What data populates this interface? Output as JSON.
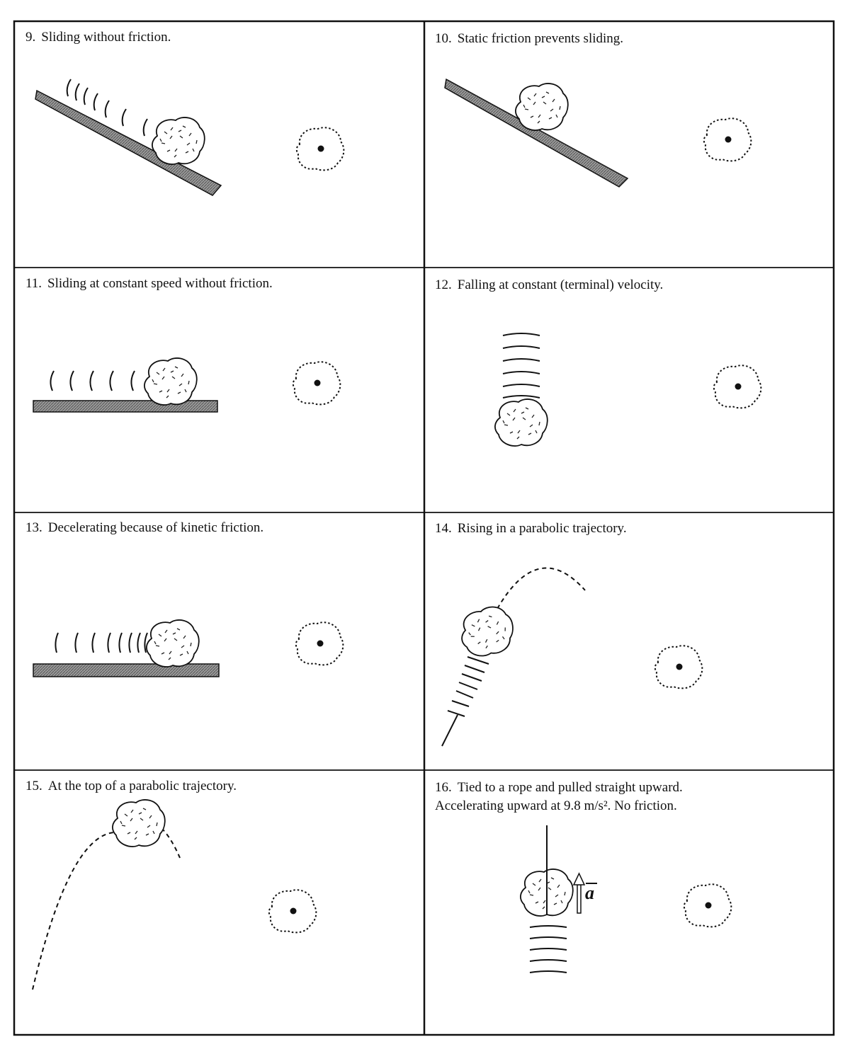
{
  "panels": [
    {
      "number": "9.",
      "caption": "Sliding without friction."
    },
    {
      "number": "10.",
      "caption": "Static friction prevents sliding."
    },
    {
      "number": "11.",
      "caption": "Sliding at constant speed without friction."
    },
    {
      "number": "12.",
      "caption": "Falling at constant (terminal) velocity."
    },
    {
      "number": "13.",
      "caption": "Decelerating because of kinetic friction."
    },
    {
      "number": "14.",
      "caption": "Rising in a parabolic trajectory."
    },
    {
      "number": "15.",
      "caption": "At the top of a parabolic trajectory."
    },
    {
      "number": "16.",
      "caption": "Tied to a rope and pulled straight upward.",
      "caption_line2": "Accelerating upward at 9.8 m/s².  No friction."
    }
  ],
  "accel_label": "a",
  "colors": {
    "ink": "#111111",
    "surface_fill": "#8a8a8a",
    "paper": "#ffffff"
  }
}
